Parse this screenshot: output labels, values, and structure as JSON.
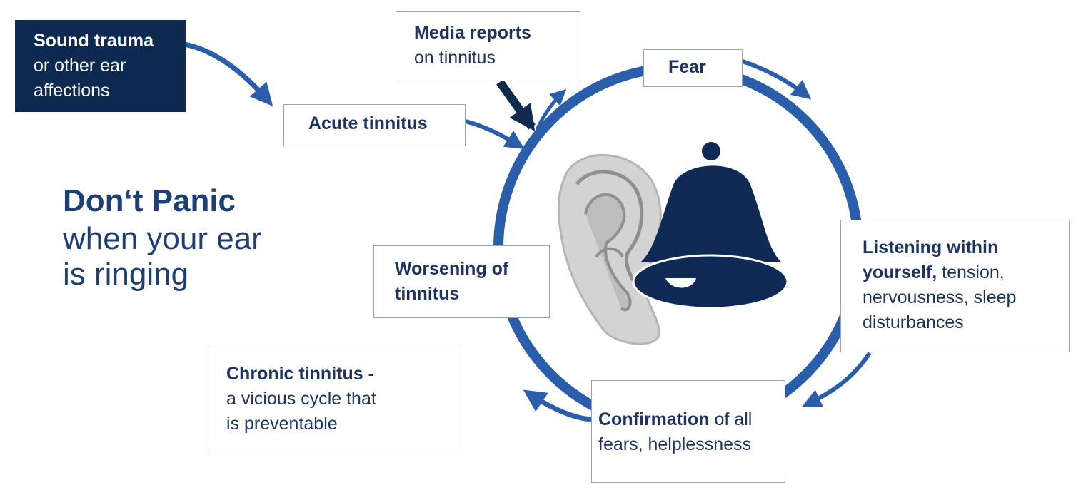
{
  "headline": {
    "bold": "Don‘t Panic",
    "line2": "when your ear",
    "line3": "is ringing"
  },
  "boxes": {
    "sound_trauma": {
      "bold": "Sound trauma",
      "line2": "or other ear",
      "line3": "affections"
    },
    "media_reports": {
      "bold": "Media reports",
      "line2": "on tinnitus"
    },
    "fear": {
      "bold": "Fear"
    },
    "acute": {
      "bold": "Acute tinnitus"
    },
    "worsening": {
      "bold1": "Worsening of",
      "bold2": "tinnitus"
    },
    "listening": {
      "bold1": "Listening within",
      "bold2": "yourself,",
      "rest2": " tension,",
      "line3": "nervousness, sleep",
      "line4": "disturbances"
    },
    "confirmation": {
      "bold": "Confirmation",
      "rest1": " of all",
      "line2": "fears, helplessness"
    },
    "chronic": {
      "bold": "Chronic tinnitus -",
      "line2": "a vicious cycle that",
      "line3": "is preventable"
    }
  },
  "colors": {
    "cycle_blue": "#2a5eaa",
    "navy": "#0e2a50",
    "bell": "#102a55",
    "ear_light": "#d0d0d0",
    "ear_shade": "#a9a9a9"
  },
  "icons": [
    "ear-icon",
    "bell-icon"
  ]
}
